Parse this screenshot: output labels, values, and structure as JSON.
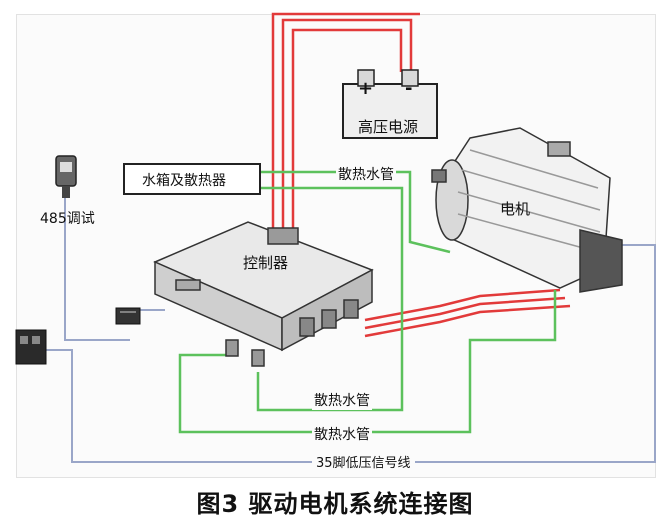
{
  "labels": {
    "battery": "高压电源",
    "battery_plus": "+",
    "battery_minus": "-",
    "radiator": "水箱及散热器",
    "controller": "控制器",
    "motor": "电机",
    "coolant_pipe_top": "散热水管",
    "coolant_pipe_mid": "散热水管",
    "coolant_pipe_bottom": "散热水管",
    "debug": "485调试",
    "signal_line": "35脚低压信号线"
  },
  "caption": "图3 驱动电机系统连接图",
  "colors": {
    "high_voltage_wire": "#e23a3a",
    "coolant_pipe": "#5cc15c",
    "signal_wire": "#9aa6c8",
    "device_body": "#e6e6e6",
    "outline": "#222222"
  },
  "icons": [
    "battery-icon",
    "radiator-box",
    "controller-unit",
    "motor-unit",
    "debug-connector-icon",
    "signal-plug-icon",
    "low-voltage-connector-icon"
  ]
}
